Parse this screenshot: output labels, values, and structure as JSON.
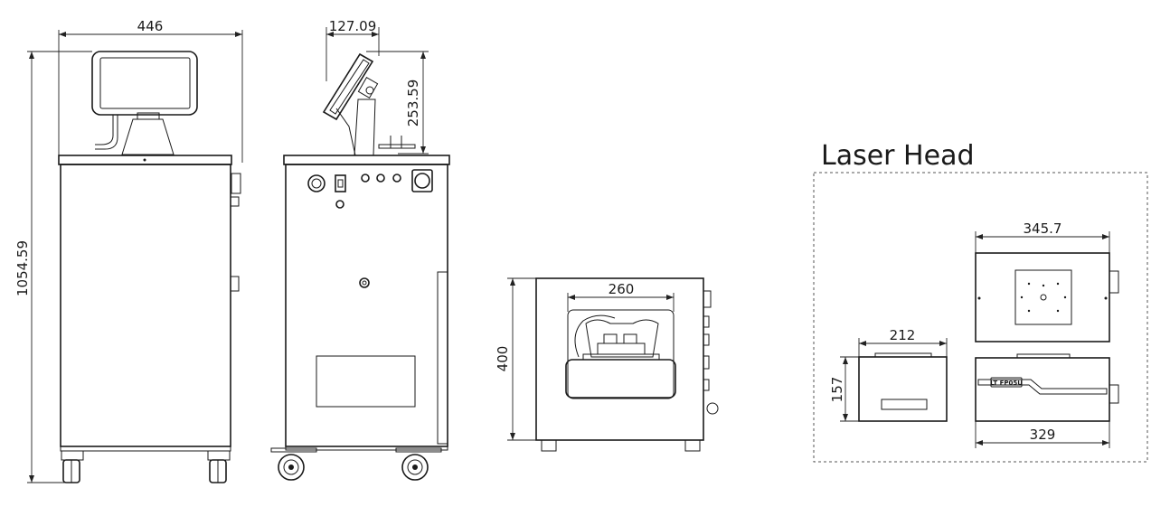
{
  "laser_head": {
    "title": "Laser Head",
    "dim_top_width": "345.7",
    "dim_bottom_width": "329",
    "dim_side_width": "212",
    "dim_side_height": "157",
    "label_plate": "LT FP05U"
  },
  "front_view": {
    "dim_width": "446",
    "dim_height": "1054.59"
  },
  "side_view": {
    "dim_screen_offset": "127.09",
    "dim_screen_height": "253.59"
  },
  "top_unit": {
    "dim_inner_width": "260",
    "dim_height": "400"
  }
}
